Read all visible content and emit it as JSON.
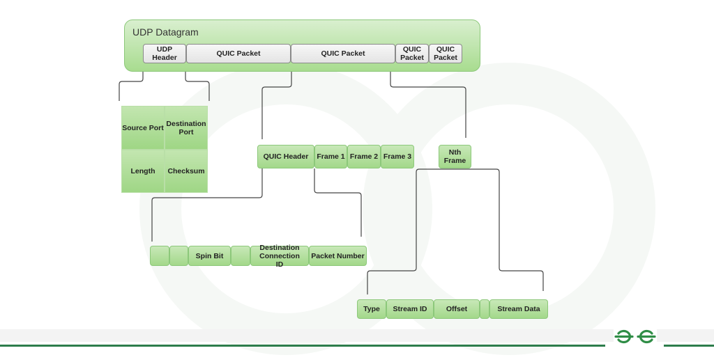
{
  "diagram": {
    "title": "UDP Datagram",
    "udp_datagram_fields": [
      "UDP Header",
      "QUIC Packet",
      "QUIC Packet",
      "QUIC Packet",
      "QUIC Packet"
    ],
    "udp_header_fields": {
      "row1": [
        "Source Port",
        "Destination Port"
      ],
      "row2": [
        "Length",
        "Checksum"
      ]
    },
    "quic_packet_fields": [
      "QUIC Header",
      "Frame 1",
      "Frame 2",
      "Frame 3"
    ],
    "nth_frame": "Nth Frame",
    "quic_header_fields": [
      "",
      "",
      "Spin Bit",
      "",
      "Destination Connection ID",
      "Packet Number"
    ],
    "frame_fields": [
      "Type",
      "Stream ID",
      "Offset",
      "",
      "Stream Data"
    ]
  },
  "branding": {
    "logo": "GfG",
    "accent_color": "#2f8d46",
    "box_green": "#a3d88a"
  }
}
